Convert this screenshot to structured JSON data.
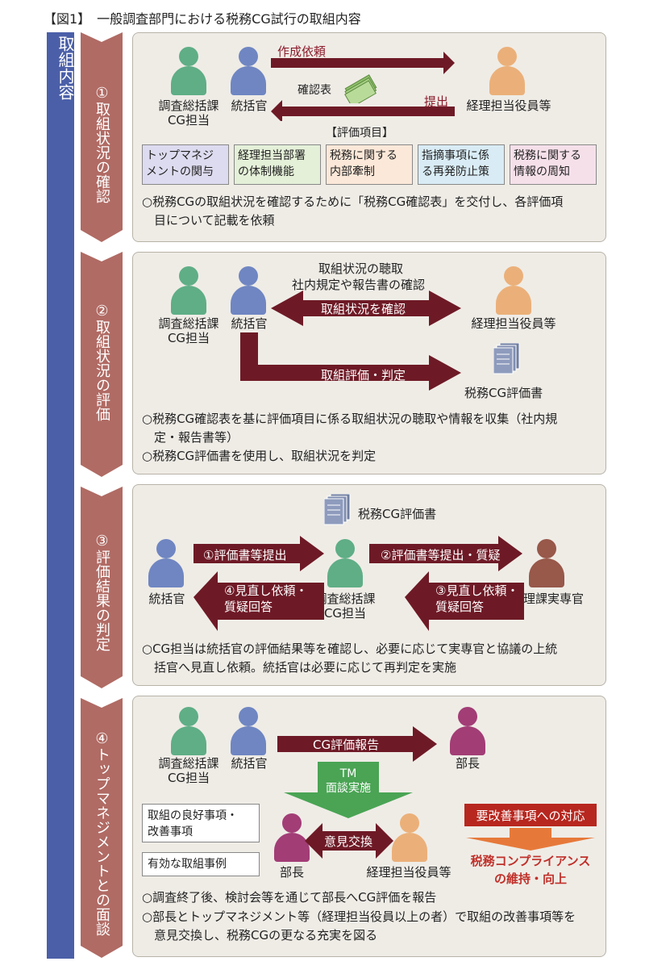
{
  "title": "【図1】　一般調査部門における税務CG試行の取組内容",
  "sidebar_label": "取組内容",
  "steps": [
    {
      "label": "①取組状況の確認"
    },
    {
      "label": "②取組状況の評価"
    },
    {
      "label": "③評価結果の判定"
    },
    {
      "label": "④トップマネジメントとの面談"
    }
  ],
  "roles": {
    "cg": "調査総括課\nCG担当",
    "tokatsu": "統括官",
    "keiri": "経理担当役員等",
    "kanri": "管理課実専官",
    "bucho": "部長"
  },
  "colors": {
    "person_green": "#5fae86",
    "person_blue": "#6f86c2",
    "person_orange": "#ebb079",
    "person_brown": "#98584a",
    "person_magenta": "#a23d76",
    "arrow_dark": "#6e1a26",
    "arrow_green": "#4aa454",
    "arrow_orange": "#e6793a",
    "sidebar_blue": "#4b5fa8",
    "chevron": "#b06b64",
    "panel_bg": "#efece6"
  },
  "s1": {
    "arrow_request": "作成依頼",
    "doc_label": "確認表",
    "arrow_submit": "提出",
    "eval_header": "【評価項目】",
    "eval_items": [
      {
        "text": "トップマネジ\nメントの関与",
        "bg": "#dddbef"
      },
      {
        "text": "経理担当部署\nの体制機能",
        "bg": "#e4f0d8"
      },
      {
        "text": "税務に関する\n内部牽制",
        "bg": "#fce8d8"
      },
      {
        "text": "指摘事項に係\nる再発防止策",
        "bg": "#d9ecf5"
      },
      {
        "text": "税務に関する\n情報の周知",
        "bg": "#f5e0ea"
      }
    ],
    "note": "○税務CGの取組状況を確認するために「税務CG確認表」を交付し、各評価項\n　目について記載を依頼"
  },
  "s2": {
    "top_text1": "取組状況の聴取",
    "top_text2": "社内規定や報告書の確認",
    "arrow_confirm": "取組状況を確認",
    "arrow_eval": "取組評価・判定",
    "doc_label": "税務CG評価書",
    "note1": "○税務CG確認表を基に評価項目に係る取組状況の聴取や情報を収集（社内規\n　定・報告書等）",
    "note2": "○税務CG評価書を使用し、取組状況を判定"
  },
  "s3": {
    "doc_label": "税務CG評価書",
    "arrow1": "①評価書等提出",
    "arrow2": "②評価書等提出・質疑",
    "arrow3": "③見直し依頼・\n質疑回答",
    "arrow4": "④見直し依頼・\n質疑回答",
    "note": "○CG担当は統括官の評価結果等を確認し、必要に応じて実専官と協議の上統\n　括官へ見直し依頼。統括官は必要に応じて再判定を実施"
  },
  "s4": {
    "arrow_report": "CG評価報告",
    "tm_label": "TM\n面談実施",
    "box_good": "取組の良好事項・\n改善事項",
    "box_case": "有効な取組事例",
    "arrow_exchange": "意見交換",
    "action_label": "要改善事項への対応",
    "result_label": "税務コンプライアンス\nの維持・向上",
    "note1": "○調査終了後、検討会等を通じて部長へCG評価を報告",
    "note2": "○部長とトップマネジメント等（経理担当役員以上の者）で取組の改善事項等を\n　意見交換し、税務CGの更なる充実を図る"
  }
}
